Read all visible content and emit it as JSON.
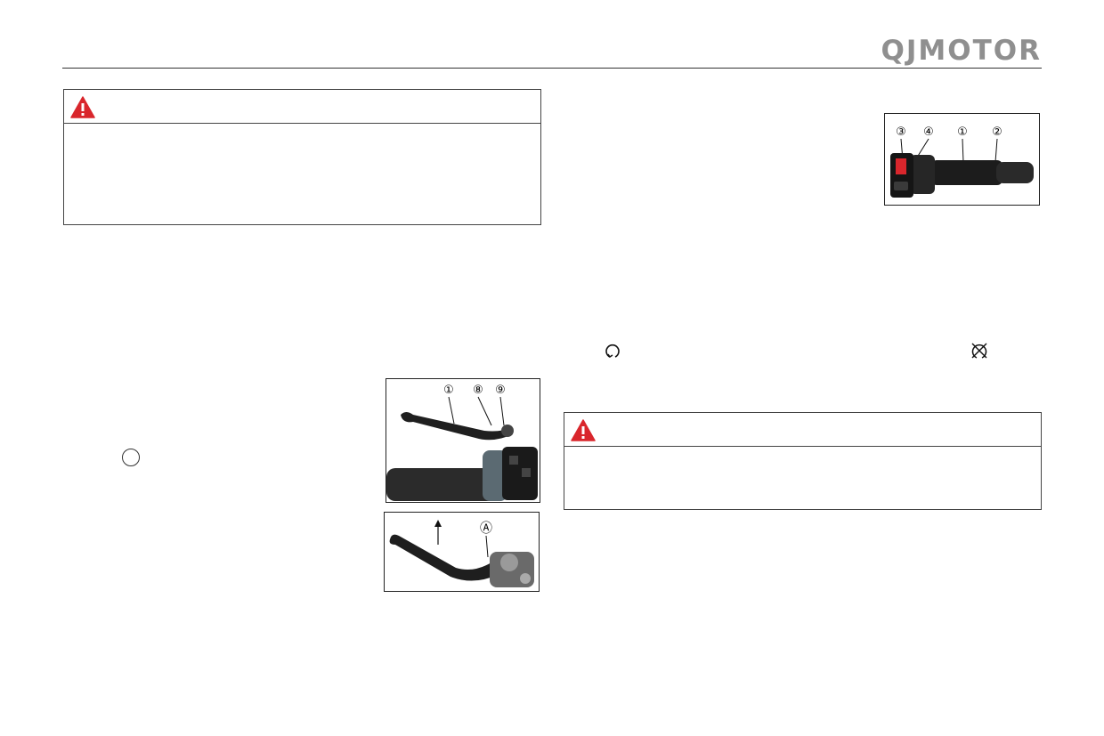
{
  "header": {
    "logo_text": "QJMOTOR"
  },
  "warnings": [
    {
      "icon": "warning-triangle-icon",
      "color": "#d9262c"
    },
    {
      "icon": "warning-triangle-icon",
      "color": "#d9262c"
    }
  ],
  "figures": {
    "throttle_grip": {
      "callouts": [
        "③",
        "④",
        "①",
        "②"
      ]
    },
    "left_switch": {
      "callouts": [
        "①",
        "⑧",
        "⑨"
      ]
    },
    "clutch_lever": {
      "callouts": [
        "Ⓐ"
      ]
    }
  },
  "symbols": {
    "engine_run": "engine-run-icon",
    "engine_stop": "engine-stop-icon"
  },
  "colors": {
    "accent": "#d9262c",
    "logo": "#8f8f8f"
  }
}
